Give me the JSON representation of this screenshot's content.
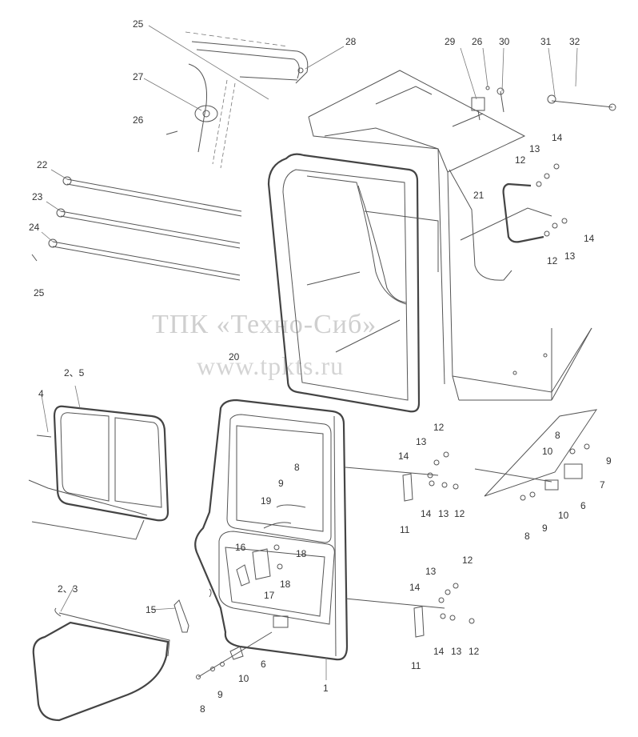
{
  "watermark": {
    "title": "ТПК «Техно-Сиб»",
    "url": "www.tpkts.ru"
  },
  "labels": {
    "l25a": "25",
    "l28": "28",
    "l27": "27",
    "l26a": "26",
    "l29": "29",
    "l26b": "26",
    "l30": "30",
    "l31": "31",
    "l32": "32",
    "l22": "22",
    "l23": "23",
    "l24": "24",
    "l25b": "25",
    "l14a": "14",
    "l13a": "13",
    "l12a": "12",
    "l21": "21",
    "l14b": "14",
    "l13b": "13",
    "l12b": "12",
    "l20": "20",
    "l2_5": "2、5",
    "l4": "4",
    "l2_3": "2、3",
    "l8a": "8",
    "l9a": "9",
    "l19": "19",
    "l16": "16",
    "l18a": "18",
    "l18b": "18",
    "l17": "17",
    "l15": "15",
    "l6a": "6",
    "l10a": "10",
    "l9b": "9",
    "l8b": "8",
    "l1": "1",
    "l12c": "12",
    "l13c": "13",
    "l14c": "14",
    "l11a": "11",
    "l14d": "14",
    "l13d": "13",
    "l12d": "12",
    "l12e": "12",
    "l13e": "13",
    "l14e": "14",
    "l11b": "11",
    "l14f": "14",
    "l13f": "13",
    "l12f": "12",
    "l8c": "8",
    "l10b": "10",
    "l9c": "9",
    "l7": "7",
    "l6b": "6",
    "l10c": "10",
    "l9d": "9",
    "l8d": "8"
  }
}
